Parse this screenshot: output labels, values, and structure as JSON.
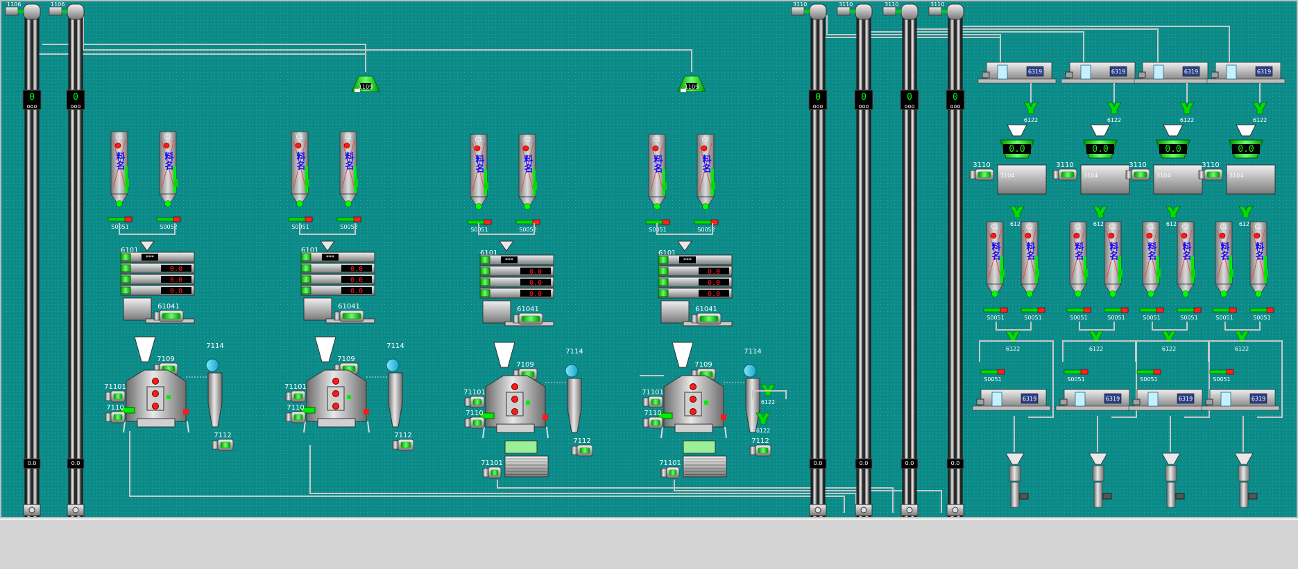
{
  "colors": {
    "background": "#0c8a88",
    "equipment": "#9a9a9a",
    "active": "#00e000",
    "alarm": "#ff2020",
    "bin_name": "#1010ff",
    "pipe": "#c8c8c8"
  },
  "elevators": [
    {
      "tag": "1106",
      "count": "0",
      "bottom": "0.0"
    },
    {
      "tag": "1106",
      "count": "0",
      "bottom": "0.0"
    },
    {
      "tag": "3110",
      "count": "0",
      "bottom": "0.0"
    },
    {
      "tag": "3110",
      "count": "0",
      "bottom": "0.0"
    },
    {
      "tag": "3110",
      "count": "0",
      "bottom": "0.0"
    },
    {
      "tag": "3110",
      "count": "0",
      "bottom": "0.0"
    }
  ],
  "hoppers": [
    {
      "tag": "1109"
    },
    {
      "tag": "1109"
    }
  ],
  "left_lines": [
    {
      "bin1": {
        "c": "C1",
        "name": "料名"
      },
      "bin2": {
        "c": "C2",
        "name": "料名"
      },
      "valve1": "S0051",
      "valve2": "S0052",
      "scale_tag": "6101",
      "scale_star": "***",
      "readouts": [
        "0.0",
        "0.0",
        "0.0"
      ],
      "motor": "61041",
      "mixer_tag": "7109",
      "motor_a": "71101",
      "motor_b": "7110",
      "fan": "7114",
      "cyclone_motor": "7112"
    },
    {
      "bin1": {
        "c": "C1",
        "name": "料名"
      },
      "bin2": {
        "c": "C2",
        "name": "料名"
      },
      "valve1": "S0051",
      "valve2": "S0052",
      "scale_tag": "6101",
      "scale_star": "***",
      "readouts": [
        "0.0",
        "0.0",
        "0.0"
      ],
      "motor": "61041",
      "mixer_tag": "7109",
      "motor_a": "71101",
      "motor_b": "7110",
      "fan": "7114",
      "cyclone_motor": "7112"
    },
    {
      "bin1": {
        "c": "C1",
        "name": "料名"
      },
      "bin2": {
        "c": "C2",
        "name": "料名"
      },
      "valve1": "S0051",
      "valve2": "S0052",
      "scale_tag": "6101",
      "scale_star": "***",
      "readouts": [
        "0.0",
        "0.0",
        "0.0"
      ],
      "motor": "61041",
      "mixer_tag": "7109",
      "motor_a": "71101",
      "motor_b": "7110",
      "fan": "7114",
      "cyclone_motor": "7112",
      "extra_motor": "71101"
    },
    {
      "bin1": {
        "c": "C1",
        "name": "料名"
      },
      "bin2": {
        "c": "C2",
        "name": "料名"
      },
      "valve1": "S0051",
      "valve2": "S0052",
      "scale_tag": "6101",
      "scale_star": "***",
      "readouts": [
        "0.0",
        "0.0",
        "0.0"
      ],
      "motor": "61041",
      "mixer_tag": "7109",
      "motor_a": "71101",
      "motor_b": "7110",
      "fan": "7114",
      "cyclone_motor": "7112",
      "extra_motor": "71101"
    }
  ],
  "standalone_diverters": [
    "6122",
    "6122"
  ],
  "right_lines": [
    {
      "feeder": "6319",
      "diverter": "6122",
      "hopper_value": "0.0",
      "pellet_mill": "3104",
      "pm_motor": "3110",
      "diverter2": "6122",
      "bin1": {
        "c": "C1",
        "name": "料名"
      },
      "bin2": {
        "c": "C2",
        "name": "料名"
      },
      "valve1": "S0051",
      "valve2": "S0051",
      "diverter3": "6122",
      "valve3": "S0051",
      "feeder2": "6319"
    },
    {
      "feeder": "6319",
      "diverter": "6122",
      "hopper_value": "0.0",
      "pellet_mill": "3104",
      "pm_motor": "3110",
      "diverter2": "6122",
      "bin1": {
        "c": "C1",
        "name": "料名"
      },
      "bin2": {
        "c": "C2",
        "name": "料名"
      },
      "valve1": "S0051",
      "valve2": "S0051",
      "diverter3": "6122",
      "valve3": "S0051",
      "feeder2": "6319"
    },
    {
      "feeder": "6319",
      "diverter": "6122",
      "hopper_value": "0.0",
      "pellet_mill": "3104",
      "pm_motor": "3110",
      "diverter2": "6122",
      "bin1": {
        "c": "C1",
        "name": "料名"
      },
      "bin2": {
        "c": "C2",
        "name": "料名"
      },
      "valve1": "S0051",
      "valve2": "S0051",
      "diverter3": "6122",
      "valve3": "S0051",
      "feeder2": "6319"
    },
    {
      "feeder": "6319",
      "diverter": "6122",
      "hopper_value": "0.0",
      "pellet_mill": "3104",
      "pm_motor": "3110",
      "diverter2": "6122",
      "bin1": {
        "c": "C1",
        "name": "料名"
      },
      "bin2": {
        "c": "C2",
        "name": "料名"
      },
      "valve1": "S0051",
      "valve2": "S0051",
      "diverter3": "6122",
      "valve3": "S0051",
      "feeder2": "6319"
    }
  ]
}
